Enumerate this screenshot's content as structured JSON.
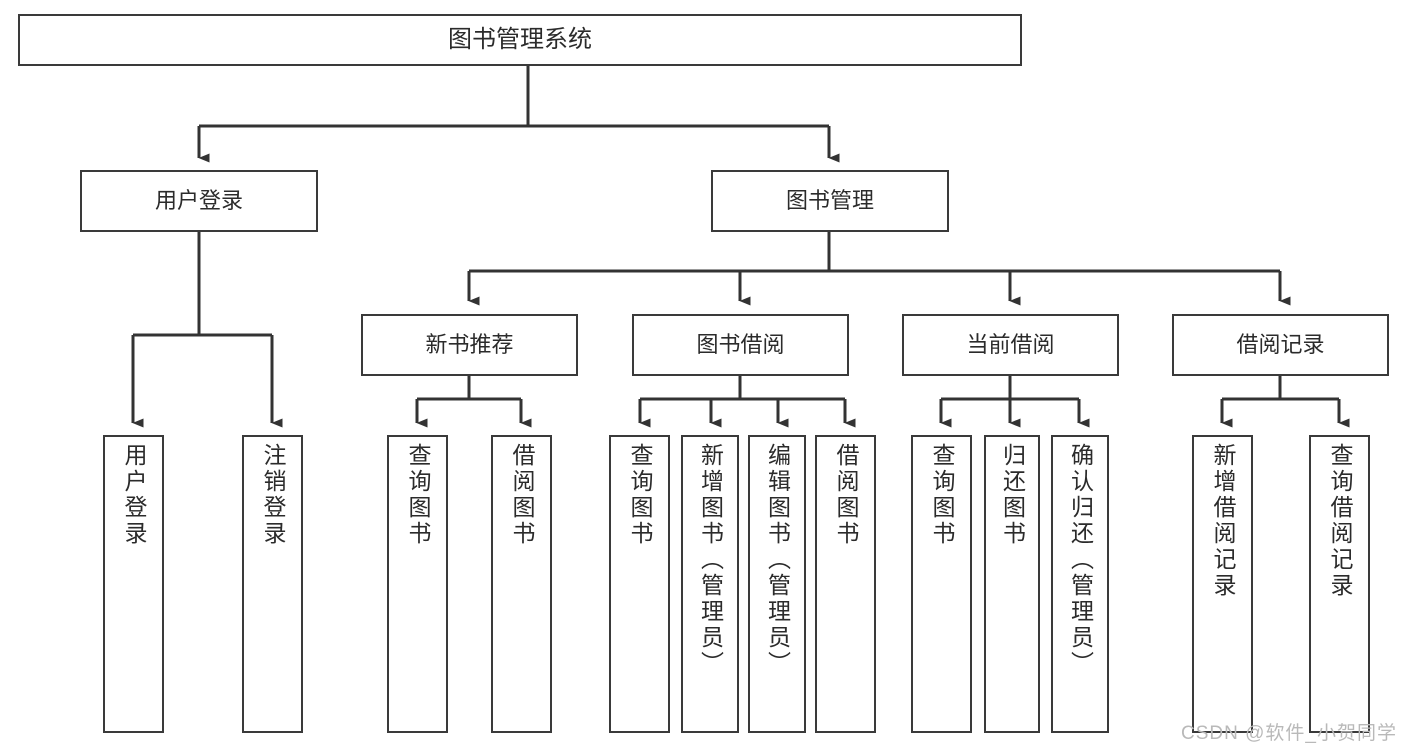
{
  "diagram": {
    "title": "图书管理系统",
    "type": "hierarchy-tree",
    "watermark": "CSDN @软件_小贺同学",
    "colors": {
      "box_border": "#3a3a3a",
      "box_fill": "#ffffff",
      "connector": "#333333",
      "text": "#2b2b2b",
      "watermark": "#b9b9b9"
    },
    "levels": {
      "root": {
        "label": "图书管理系统"
      },
      "level2": [
        {
          "label": "用户登录"
        },
        {
          "label": "图书管理"
        }
      ],
      "level3": [
        {
          "label": "新书推荐"
        },
        {
          "label": "图书借阅"
        },
        {
          "label": "当前借阅"
        },
        {
          "label": "借阅记录"
        }
      ],
      "leaves": {
        "user_login": [
          {
            "label": "用户登录"
          },
          {
            "label": "注销登录"
          }
        ],
        "new_book_recommend": [
          {
            "label": "查询图书"
          },
          {
            "label": "借阅图书"
          }
        ],
        "book_borrow": [
          {
            "label": "查询图书"
          },
          {
            "label": "新增图书（管理员）"
          },
          {
            "label": "编辑图书（管理员）"
          },
          {
            "label": "借阅图书"
          }
        ],
        "current_borrow": [
          {
            "label": "查询图书"
          },
          {
            "label": "归还图书"
          },
          {
            "label": "确认归还（管理员）"
          }
        ],
        "borrow_record": [
          {
            "label": "新增借阅记录"
          },
          {
            "label": "查询借阅记录"
          }
        ]
      }
    }
  }
}
